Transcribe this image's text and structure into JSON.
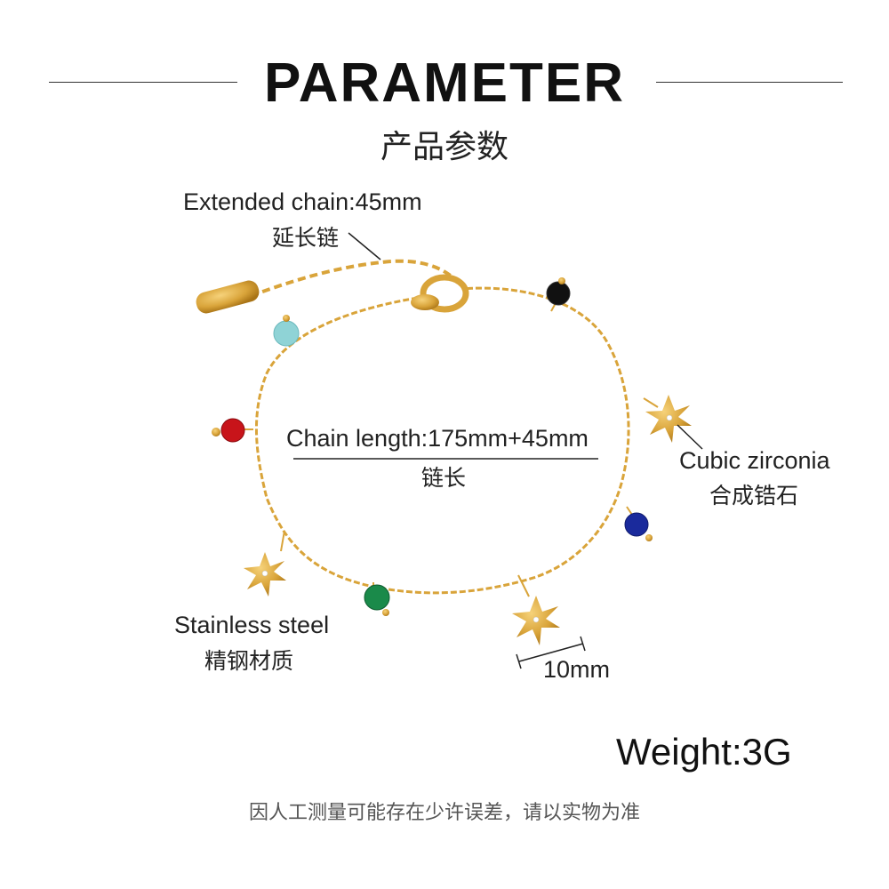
{
  "header": {
    "title": "PARAMETER",
    "subtitle": "产品参数"
  },
  "annotations": {
    "extended_chain": {
      "label": "Extended chain:45mm",
      "label_cn": "延长链"
    },
    "chain_length": {
      "label": "Chain length:175mm+45mm",
      "label_cn": "链长"
    },
    "stone": {
      "label": "Cubic zirconia",
      "label_cn": "合成锆石"
    },
    "material": {
      "label": "Stainless steel",
      "label_cn": "精钢材质"
    },
    "charm_size": {
      "label": "10mm"
    }
  },
  "weight": {
    "label": "Weight:3G"
  },
  "footer": {
    "disclaimer": "因人工测量可能存在少许误差，请以实物为准"
  },
  "colors": {
    "gold": "#d9a43a",
    "bead_turquoise": "#8fd3d6",
    "bead_red": "#c8141a",
    "bead_black": "#111111",
    "bead_blue": "#1a2a9c",
    "bead_green": "#1a8a4a"
  }
}
